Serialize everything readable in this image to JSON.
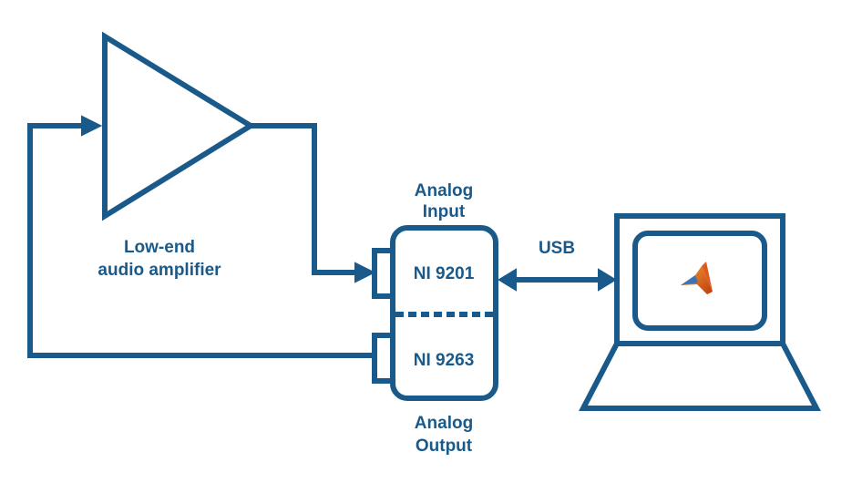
{
  "amplifier": {
    "label_line1": "Low-end",
    "label_line2": "audio amplifier"
  },
  "daq": {
    "input_label_line1": "Analog",
    "input_label_line2": "Input",
    "input_module": "NI 9201",
    "output_module": "NI 9263",
    "output_label_line1": "Analog",
    "output_label_line2": "Output"
  },
  "link": {
    "label": "USB"
  },
  "computer": {
    "screen_icon": "matlab-logo-icon"
  },
  "colors": {
    "stroke": "#1a5a8a",
    "text": "#1a5a8a",
    "background": "#ffffff"
  }
}
